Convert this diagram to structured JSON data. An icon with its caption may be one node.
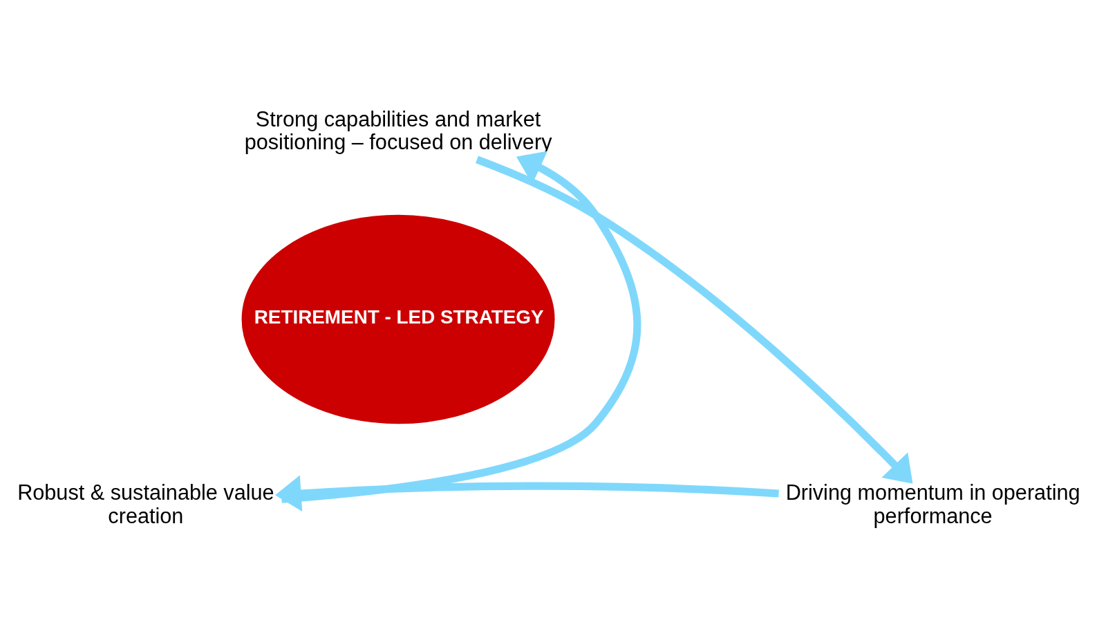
{
  "diagram": {
    "nodes": [
      {
        "text": [
          "RETIREMENT - LED STRATEGY"
        ]
      },
      {
        "text": [
          "Strong capabilities and market positioning – focused on delivery"
        ]
      },
      {
        "text": [
          "Driving momentum in operating performance"
        ]
      },
      {
        "text": [
          "Robust & sustainable value creation"
        ]
      }
    ],
    "edges": [
      {
        "from": 1,
        "to": 2,
        "arrow": "to"
      },
      {
        "from": 2,
        "to": 3,
        "arrow": "to"
      },
      {
        "from": 3,
        "to": 1,
        "arrow": "to"
      }
    ]
  }
}
